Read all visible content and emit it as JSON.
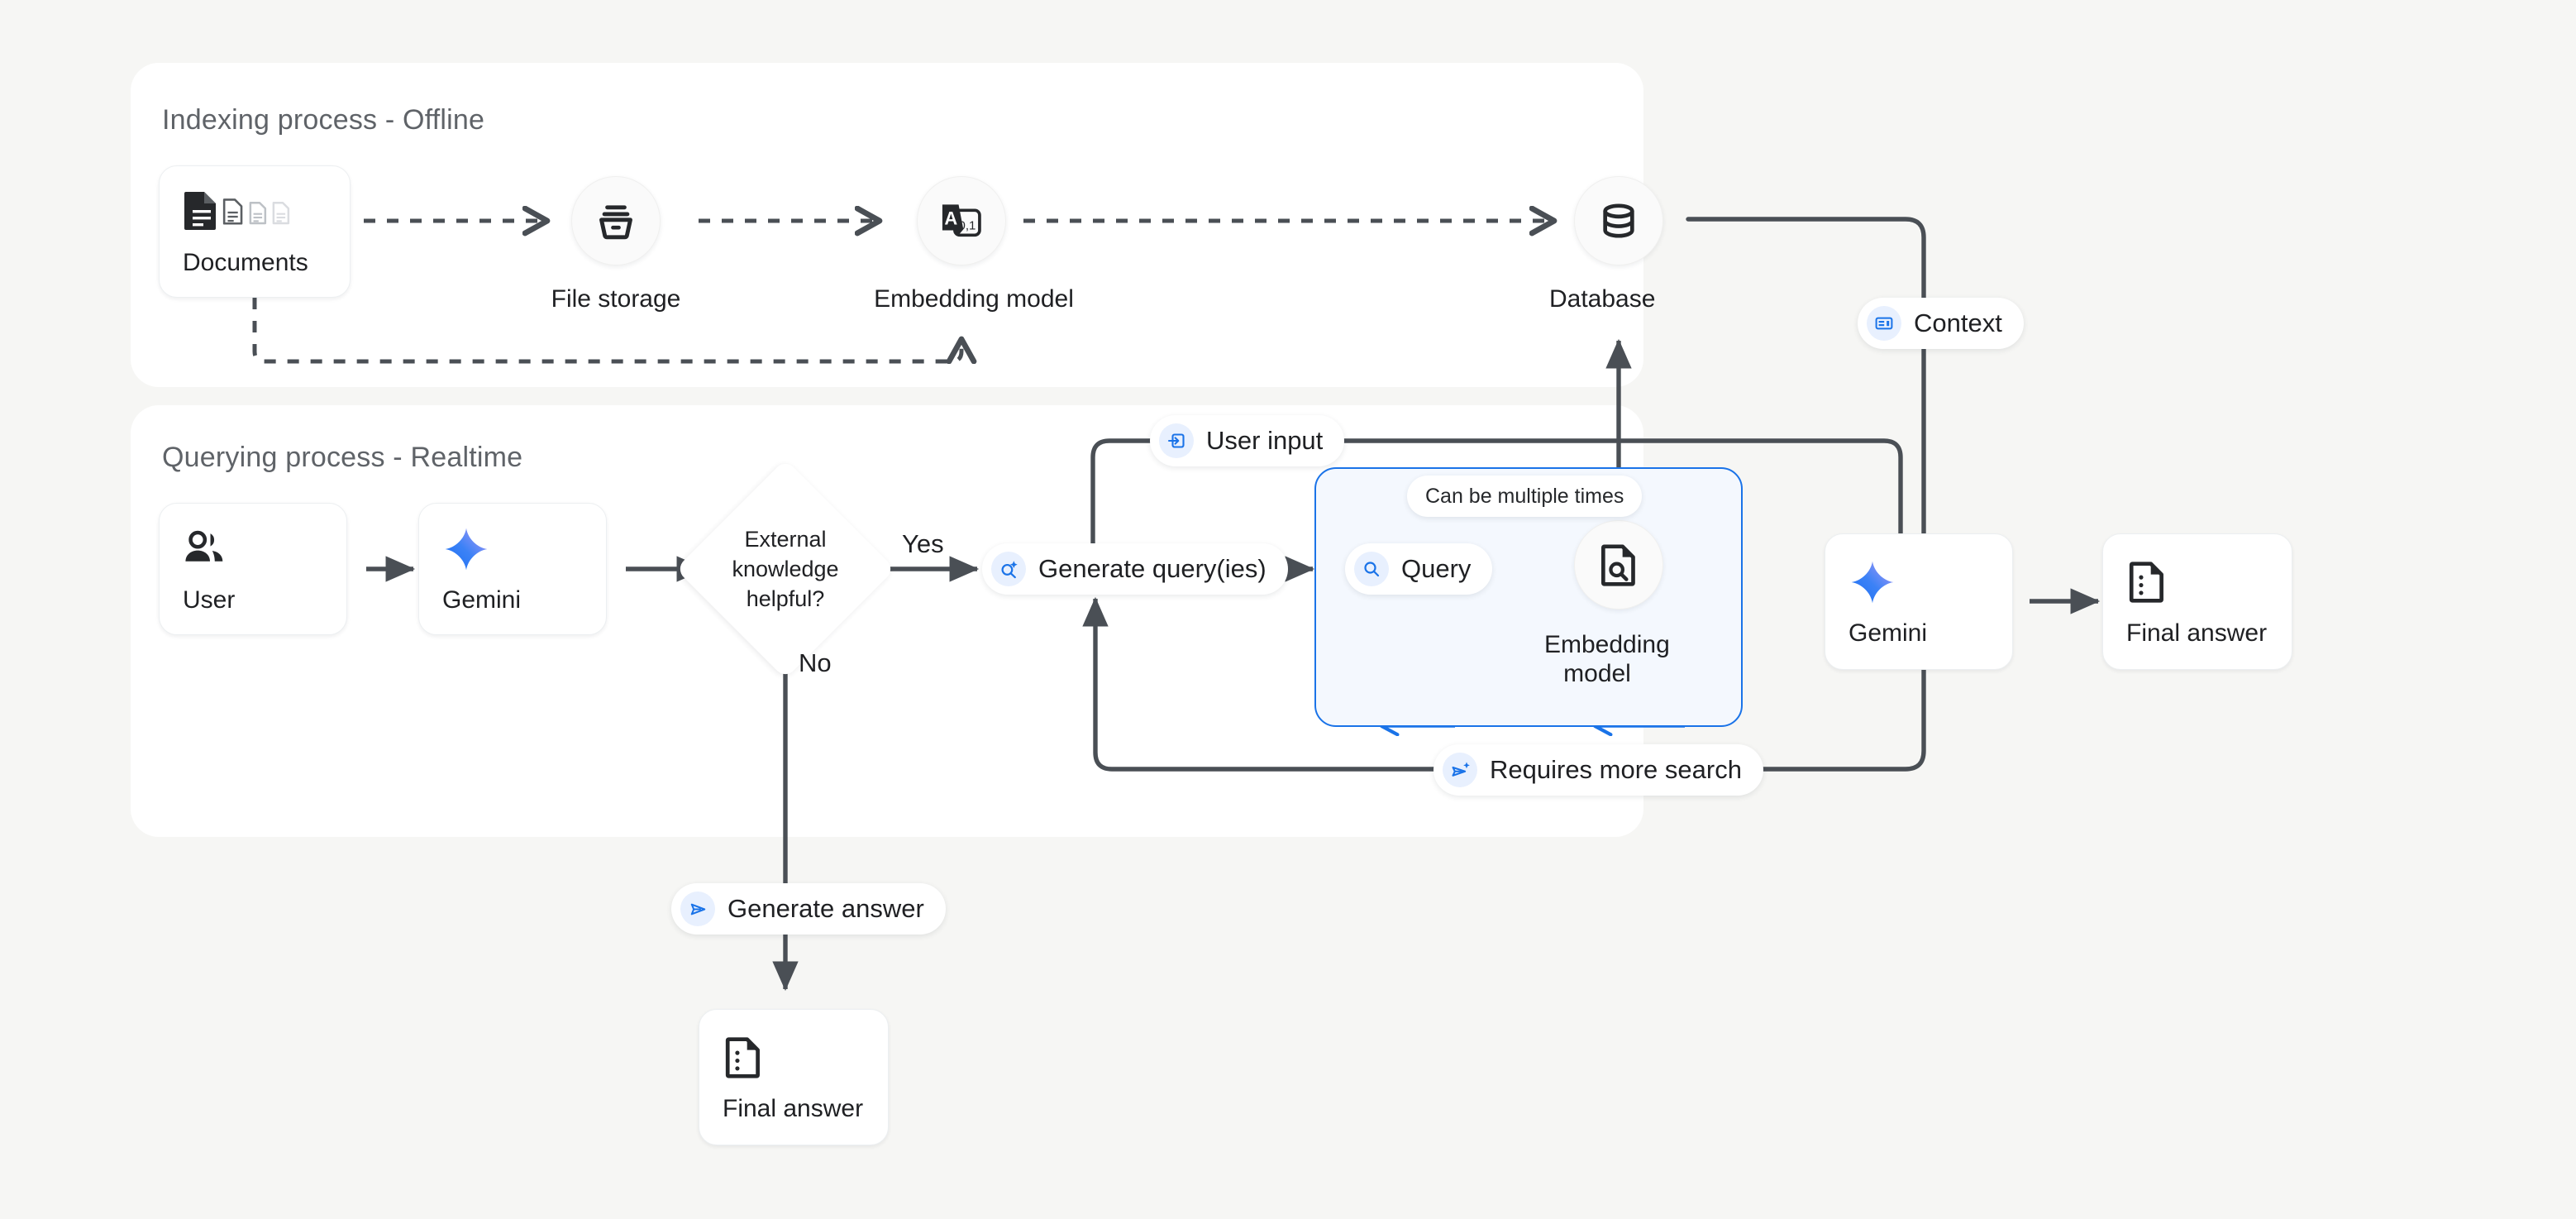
{
  "panels": [
    {
      "title": "Indexing process - Offline"
    },
    {
      "title": "Querying process - Realtime"
    }
  ],
  "indexing": {
    "documents": {
      "label": "Documents",
      "icon": "documents-icon"
    },
    "file_storage": {
      "label": "File storage",
      "icon": "archive-box-icon"
    },
    "embedding_model": {
      "label": "Embedding model",
      "icon": "text-to-vector-icon"
    },
    "database": {
      "label": "Database",
      "icon": "database-icon"
    }
  },
  "querying": {
    "user": {
      "label": "User",
      "icon": "people-icon"
    },
    "gemini_left": {
      "label": "Gemini",
      "icon": "gemini-sparkle-icon"
    },
    "decision": {
      "label": "External knowledge helpful?"
    },
    "yes_label": "Yes",
    "no_label": "No",
    "generate_queries": {
      "label": "Generate query(ies)",
      "icon": "search-sparkle-icon"
    },
    "user_input": {
      "label": "User input",
      "icon": "input-arrow-icon"
    },
    "can_be_multiple_times": "Can be multiple times",
    "query": {
      "label": "Query",
      "icon": "search-icon"
    },
    "embedding_model_loop": {
      "label": "Embedding model",
      "icon": "document-search-icon"
    },
    "requires_more_search": {
      "label": "Requires more search",
      "icon": "send-sparkle-icon"
    },
    "context": {
      "label": "Context",
      "icon": "context-card-icon"
    },
    "gemini_right": {
      "label": "Gemini",
      "icon": "gemini-sparkle-icon"
    },
    "final_answer_right": {
      "label": "Final answer",
      "icon": "answer-document-icon"
    },
    "generate_answer": {
      "label": "Generate answer",
      "icon": "send-icon"
    },
    "final_answer_bottom": {
      "label": "Final answer",
      "icon": "answer-document-icon"
    }
  },
  "colors": {
    "canvas": "#f6f6f4",
    "panel": "#ffffff",
    "accent_blue": "#1a73e8",
    "loop_fill": "#f4f8fe",
    "wire": "#4a4f55",
    "title_text": "#5f6368",
    "body_text": "#1f2023"
  }
}
